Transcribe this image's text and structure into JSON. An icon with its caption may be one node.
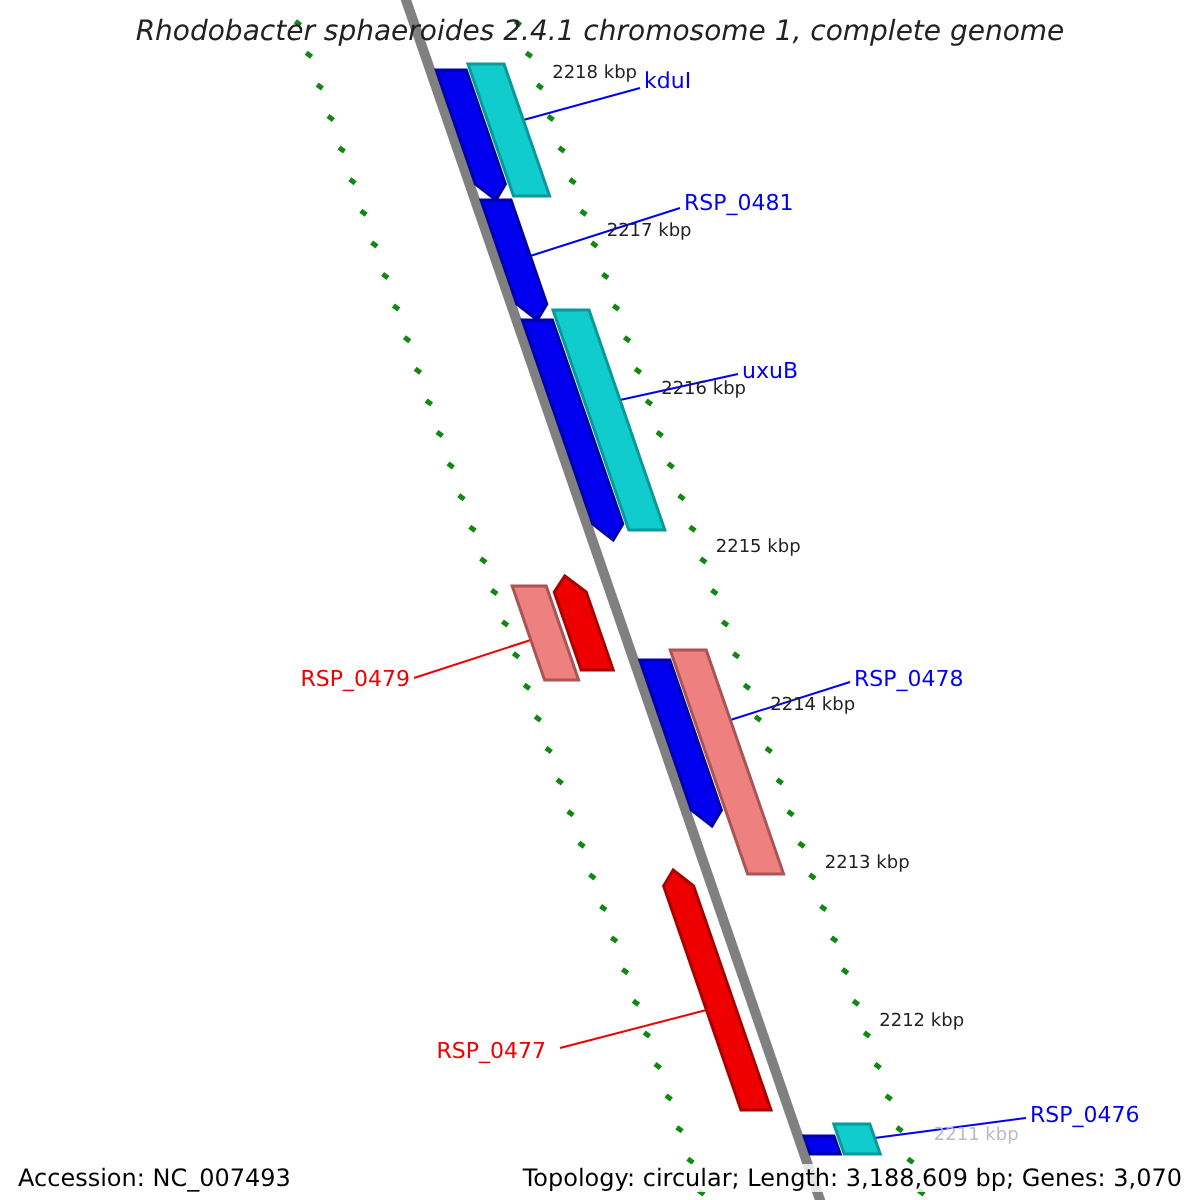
{
  "diagram": {
    "title": "Rhodobacter sphaeroides 2.4.1 chromosome 1, complete genome",
    "nodes": [
      {
        "text": [],
        "shape": "arrow"
      },
      {
        "text": [],
        "shape": "bar"
      },
      {
        "text": [
          "kduI"
        ]
      },
      {
        "text": [
          "RSP_0481"
        ]
      },
      {
        "text": [],
        "shape": "arrow"
      },
      {
        "text": [
          "uxuB"
        ]
      },
      {
        "text": [],
        "shape": "arrow"
      },
      {
        "text": [],
        "shape": "bar"
      },
      {
        "text": [],
        "shape": "arrow"
      },
      {
        "text": [],
        "shape": "bar"
      },
      {
        "text": [
          "RSP_0479"
        ]
      },
      {
        "text": [],
        "shape": "arrow"
      },
      {
        "text": [],
        "shape": "bar"
      },
      {
        "text": [
          "RSP_0478"
        ]
      },
      {
        "text": [],
        "shape": "arrow"
      },
      {
        "text": [
          "RSP_0477"
        ]
      },
      {
        "text": [
          "RSP_0476"
        ]
      },
      {
        "text": [],
        "shape": "arrow"
      },
      {
        "text": [],
        "shape": "bar"
      }
    ],
    "edges": [
      {
        "from": 2,
        "to": 1,
        "arrow": "none"
      },
      {
        "from": 3,
        "to": 4,
        "arrow": "none"
      },
      {
        "from": 5,
        "to": 7,
        "arrow": "none"
      },
      {
        "from": 10,
        "to": 9,
        "arrow": "none",
        "color": "#ee0000"
      },
      {
        "from": 13,
        "to": 12,
        "arrow": "none"
      },
      {
        "from": 15,
        "to": 14,
        "arrow": "none",
        "color": "#ee0000"
      },
      {
        "from": 16,
        "to": 18,
        "arrow": "none"
      }
    ],
    "labels": [
      "2218 kbp",
      "2217 kbp",
      "2216 kbp",
      "2215 kbp",
      "2214 kbp",
      "2213 kbp",
      "2212 kbp",
      "2211 kbp",
      "Accession: NC_007493",
      "Topology: circular; Length: 3,188,609 bp; Genes: 3,070"
    ]
  }
}
